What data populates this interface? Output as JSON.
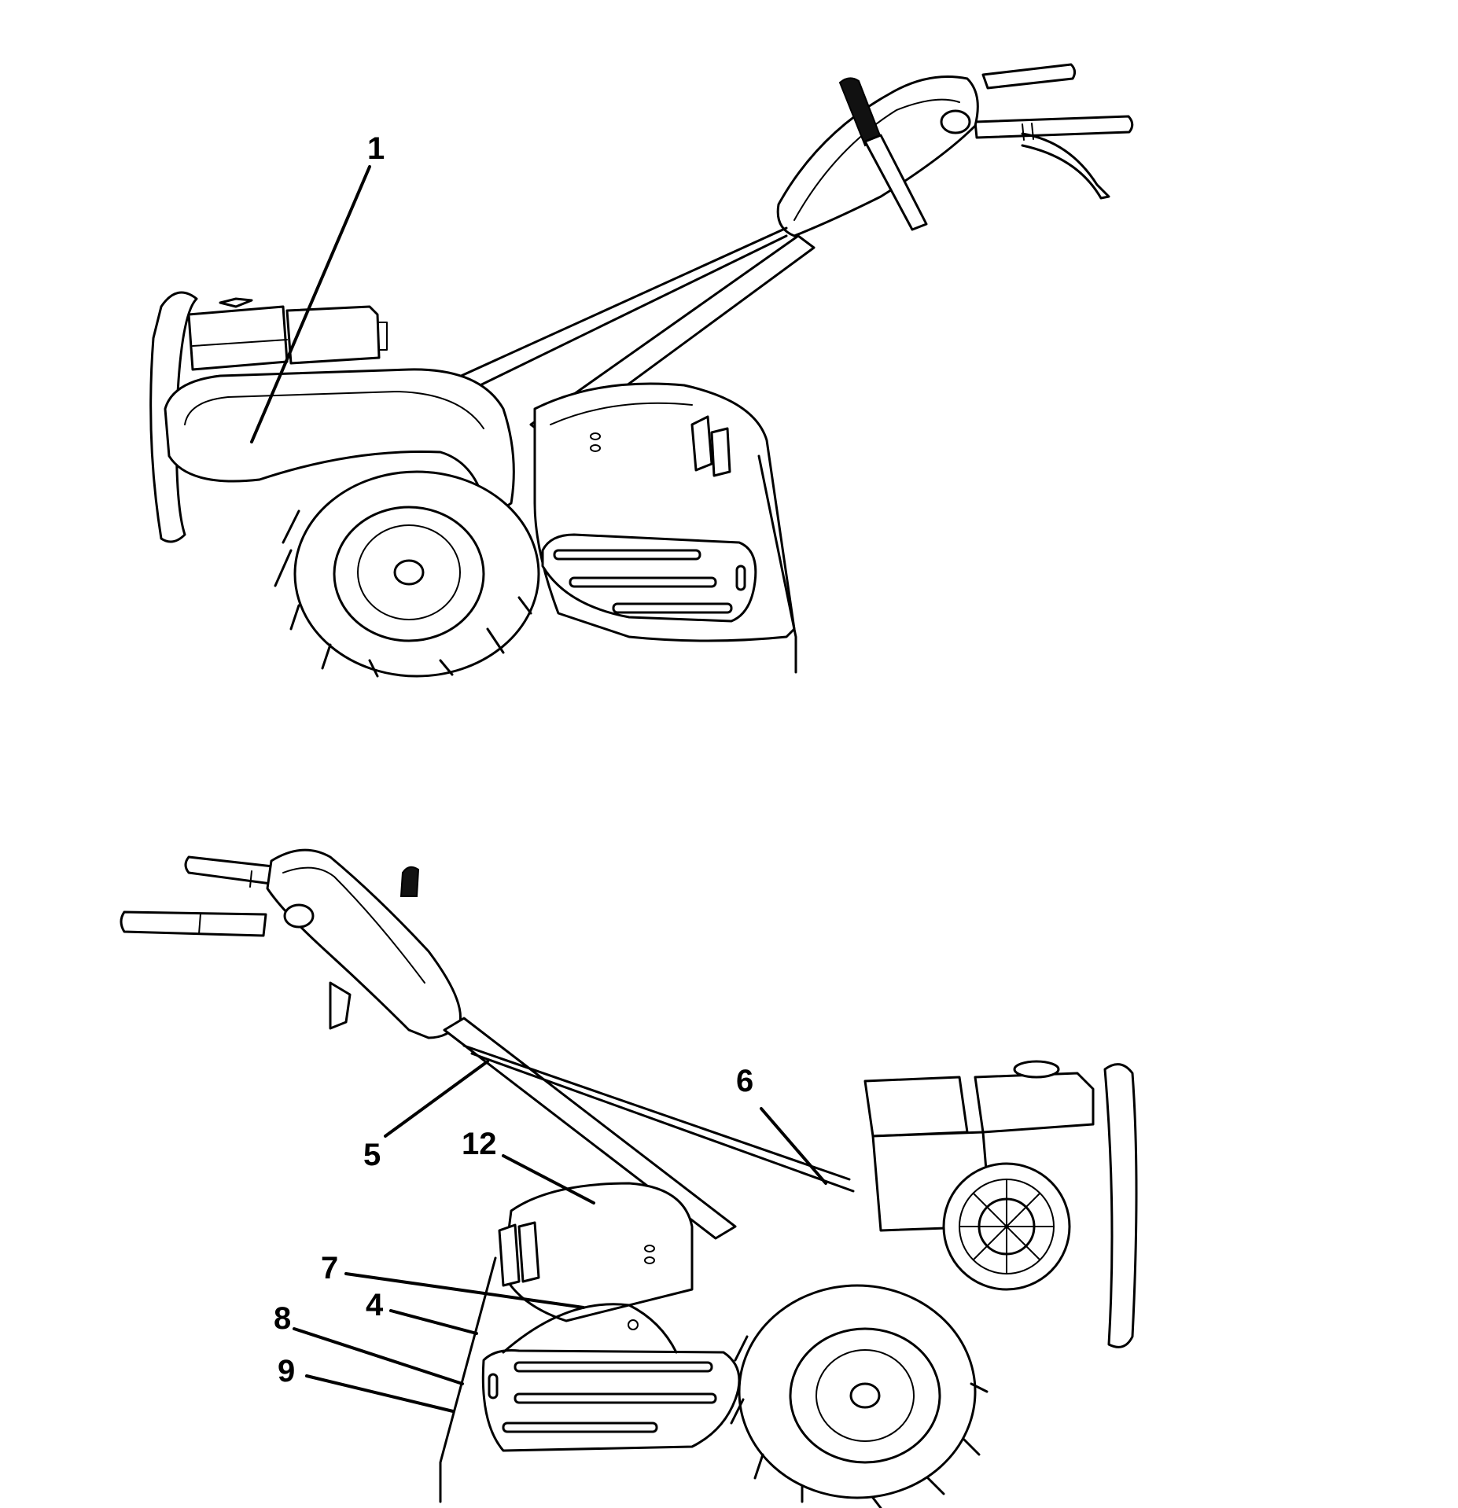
{
  "figure": {
    "top_view": {
      "callouts": [
        {
          "id": "c1",
          "label": "1"
        }
      ]
    },
    "bottom_view": {
      "callouts": [
        {
          "id": "c5",
          "label": "5"
        },
        {
          "id": "c6",
          "label": "6"
        },
        {
          "id": "c12",
          "label": "12"
        },
        {
          "id": "c7",
          "label": "7"
        },
        {
          "id": "c4",
          "label": "4"
        },
        {
          "id": "c8",
          "label": "8"
        },
        {
          "id": "c9",
          "label": "9"
        }
      ]
    }
  },
  "colors": {
    "line": "#000000",
    "background": "#ffffff"
  }
}
